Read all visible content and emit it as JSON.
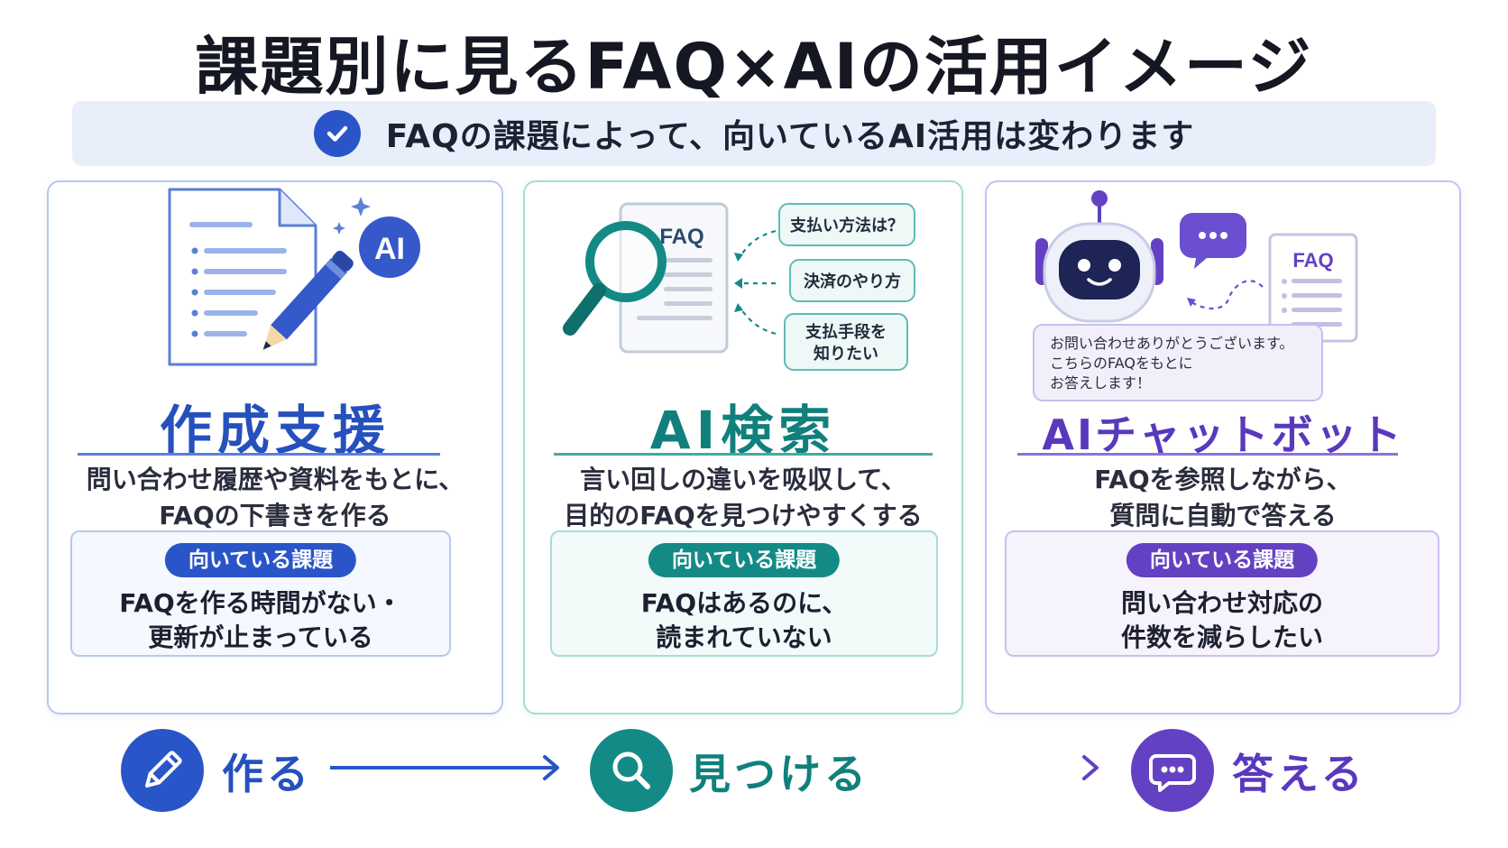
{
  "title": "課題別に見るFAQ×AIの活用イメージ",
  "banner": {
    "text": "FAQの課題によって、向いているAI活用は変わります"
  },
  "colors": {
    "blue": "#2a55c8",
    "teal": "#138a86",
    "purple": "#6440c3"
  },
  "cards": [
    {
      "title": "作成支援",
      "illustration": {
        "ai_badge": "AI"
      },
      "desc": [
        "問い合わせ履歴や資料をもとに、",
        "FAQの下書きを作る"
      ],
      "fit_label": "向いている課題",
      "fit_text": [
        "FAQを作る時間がない・",
        "更新が止まっている"
      ]
    },
    {
      "title": "AI検索",
      "illustration": {
        "doc_label": "FAQ",
        "bubbles": [
          "支払い方法は？",
          "決済のやり方",
          "支払手段を",
          "知りたい"
        ]
      },
      "desc": [
        "言い回しの違いを吸収して、",
        "目的のFAQを見つけやすくする"
      ],
      "fit_label": "向いている課題",
      "fit_text": [
        "FAQはあるのに、",
        "読まれていない"
      ]
    },
    {
      "title": "AIチャットボット",
      "illustration": {
        "doc_label": "FAQ",
        "reply": [
          "お問い合わせありがとうございます。",
          "こちらのFAQをもとに",
          "お答えします！"
        ]
      },
      "desc": [
        "FAQを参照しながら、",
        "質問に自動で答える"
      ],
      "fit_label": "向いている課題",
      "fit_text": [
        "問い合わせ対応の",
        "件数を減らしたい"
      ]
    }
  ],
  "flow": [
    {
      "label": "作る",
      "icon": "pencil-icon"
    },
    {
      "label": "見つける",
      "icon": "search-icon"
    },
    {
      "label": "答える",
      "icon": "chat-icon"
    }
  ]
}
